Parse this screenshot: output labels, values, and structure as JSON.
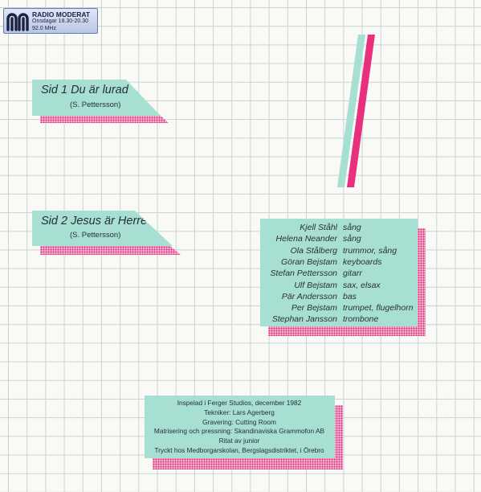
{
  "sticker": {
    "station": "RADIO MODERAT",
    "schedule": "Onsdagar 18.30-20.30",
    "frequency": "92.0 MHz",
    "logo_icon": "mm-logo-icon"
  },
  "sides": [
    {
      "label": "Sid 1  Du är lurad",
      "composer": "(S. Pettersson)"
    },
    {
      "label": "Sid 2  Jesus är Herre",
      "composer": "(S. Pettersson)"
    }
  ],
  "credits": [
    {
      "name": "Kjell Ståhl",
      "role": "sång"
    },
    {
      "name": "Helena Neander",
      "role": "sång"
    },
    {
      "name": "Ola Stålberg",
      "role": "trummor, sång"
    },
    {
      "name": "Göran Bejstam",
      "role": "keyboards"
    },
    {
      "name": "Stefan Pettersson",
      "role": "gitarr"
    },
    {
      "name": "Ulf Bejstam",
      "role": "sax, elsax"
    },
    {
      "name": "Pär Andersson",
      "role": "bas"
    },
    {
      "name": "Per Bejstam",
      "role": "trumpet, flugelhorn"
    },
    {
      "name": "Stephan Jansson",
      "role": "trombone"
    }
  ],
  "production": [
    "Inspelad i Ferger Studios, december 1982",
    "Tekniker: Lars Agerberg",
    "Gravering: Cutting Room",
    "Matrisering och pressning: Skandinaviska Grammofon AB",
    "Ritat av junior",
    "Tryckt hos Medborgarskolan, Bergslagsdistriktet, i Örebro"
  ],
  "colors": {
    "teal": "#a7dfd2",
    "magenta": "#e22f7c",
    "grid": "#c7d4d4",
    "paper": "#f9f9f6"
  }
}
